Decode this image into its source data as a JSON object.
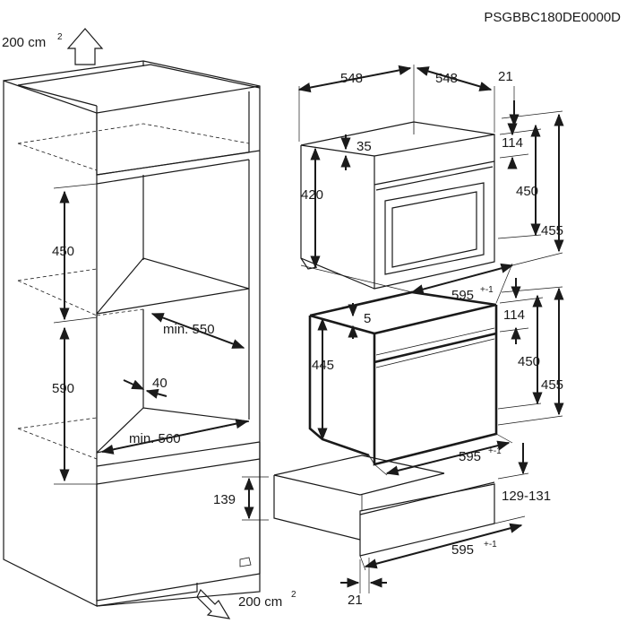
{
  "drawing_code": "PSGBBC180DE0000D",
  "ventilation": {
    "top_area": "200 cm",
    "bottom_area": "200 cm",
    "superscript": "2"
  },
  "cabinet": {
    "upper_niche_height": "450",
    "lower_niche_height": "590",
    "min_depth": "min. 550",
    "min_width": "min. 560",
    "rear_gap": "40",
    "drawer_front_height": "139"
  },
  "compact_oven": {
    "width_front": "548",
    "depth": "548",
    "front_offset": "21",
    "top_gap": "114",
    "body_height": "420",
    "front_inset": "35",
    "front_height": "450",
    "total_height": "455"
  },
  "niche_frame": {
    "width": "595",
    "tolerance": "+-1",
    "top_offset": "5",
    "depth_height": "445",
    "top_gap": "114",
    "front_height": "450",
    "total_height": "455",
    "bottom_width": "595"
  },
  "warming_drawer": {
    "height_range": "129-131",
    "width": "595",
    "front_offset": "21"
  }
}
